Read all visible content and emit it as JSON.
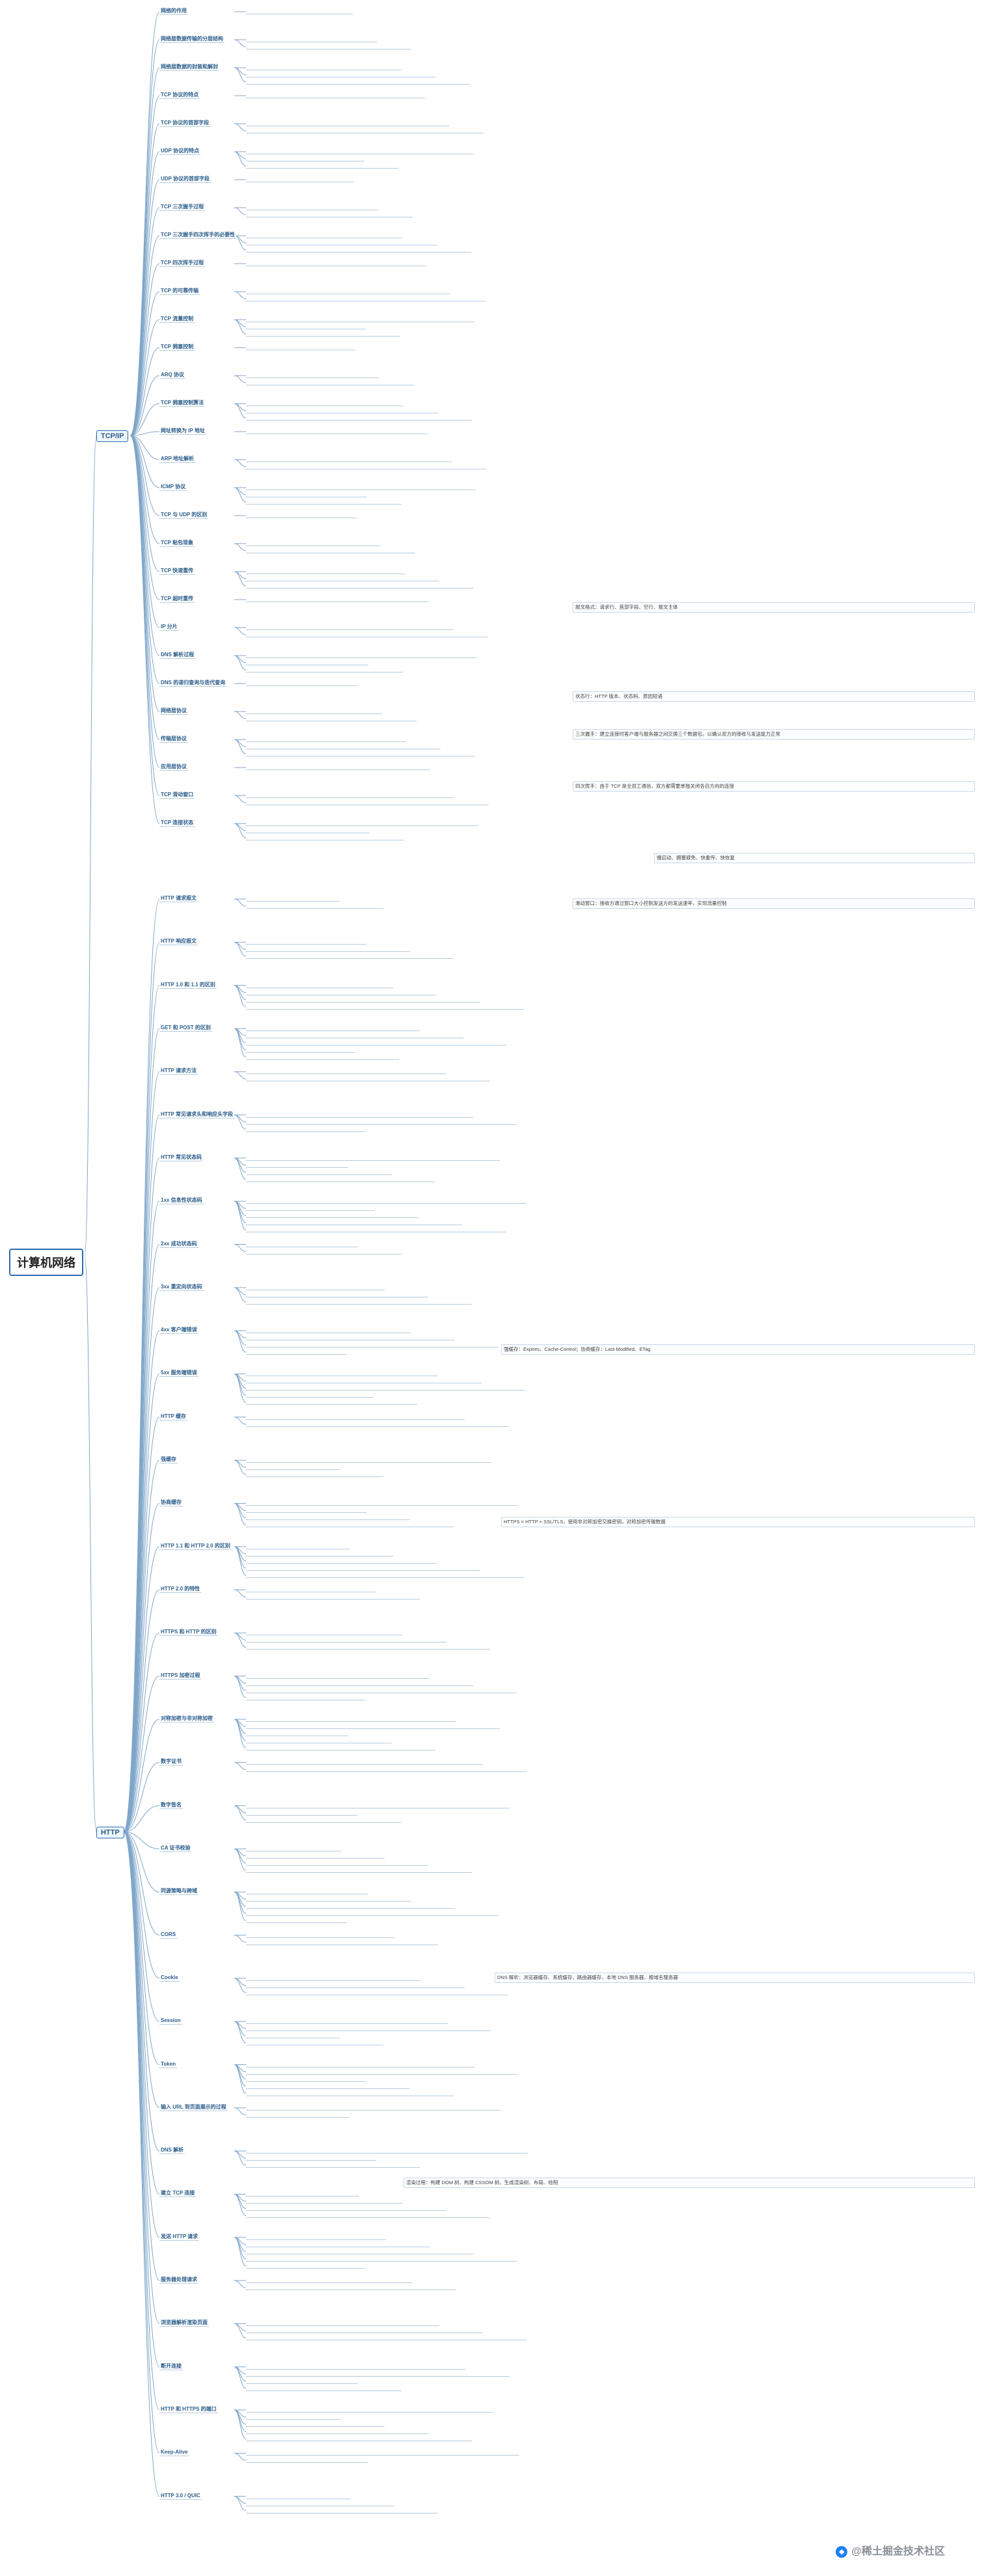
{
  "root": "计算机网络",
  "topics": [
    "TCP/IP",
    "HTTP"
  ],
  "watermark": "@稀土掘金技术社区",
  "tcpip_items": [
    "网络的作用",
    "网络层数据传输的分层结构",
    "网络层数据的封装和解封",
    "TCP 协议的特点",
    "TCP 协议的首部字段",
    "UDP 协议的特点",
    "UDP 协议的首部字段",
    "TCP 三次握手过程",
    "TCP 三次握手四次挥手的必要性",
    "TCP 四次挥手过程",
    "TCP 的可靠传输",
    "TCP 流量控制",
    "TCP 拥塞控制",
    "ARQ 协议",
    "TCP 拥塞控制算法",
    "网址转换为 IP 地址",
    "ARP 地址解析",
    "ICMP 协议",
    "TCP 与 UDP 的区别",
    "TCP 粘包现象",
    "TCP 快速重传",
    "TCP 超时重传",
    "IP 分片",
    "DNS 解析过程",
    "DNS 的递归查询与迭代查询",
    "网络层协议",
    "传输层协议",
    "应用层协议",
    "TCP 滑动窗口",
    "TCP 连接状态"
  ],
  "http_items": [
    "HTTP 请求报文",
    "HTTP 响应报文",
    "HTTP 1.0 和 1.1 的区别",
    "GET 和 POST 的区别",
    "HTTP 请求方法",
    "HTTP 常见请求头和响应头字段",
    "HTTP 常见状态码",
    "1xx 信息性状态码",
    "2xx 成功状态码",
    "3xx 重定向状态码",
    "4xx 客户端错误",
    "5xx 服务端错误",
    "HTTP 缓存",
    "强缓存",
    "协商缓存",
    "HTTP 1.1 和 HTTP 2.0 的区别",
    "HTTP 2.0 的特性",
    "HTTPS 和 HTTP 的区别",
    "HTTPS 加密过程",
    "对称加密与非对称加密",
    "数字证书",
    "数字签名",
    "CA 证书校验",
    "同源策略与跨域",
    "CORS",
    "Cookie",
    "Session",
    "Token",
    "输入 URL 到页面展示的过程",
    "DNS 解析",
    "建立 TCP 连接",
    "发送 HTTP 请求",
    "服务器处理请求",
    "浏览器解析渲染页面",
    "断开连接",
    "HTTP 和 HTTPS 的端口",
    "Keep-Alive",
    "HTTP 3.0 / QUIC"
  ],
  "text_blocks": [
    "报文格式：请求行、首部字段、空行、报文主体",
    "状态行：HTTP 版本、状态码、原因短语",
    "三次握手：建立连接时客户端与服务器之间交换三个数据包，以确认双方的接收与发送能力正常",
    "四次挥手：由于 TCP 是全双工通信，双方都需要单独关闭各自方向的连接",
    "滑动窗口：接收方通过窗口大小控制发送方的发送速率，实现流量控制",
    "慢启动、拥塞避免、快重传、快恢复",
    "强缓存：Expires、Cache-Control；协商缓存：Last-Modified、ETag",
    "HTTPS = HTTP + SSL/TLS，使用非对称加密交换密钥，对称加密传输数据",
    "DNS 解析：浏览器缓存、系统缓存、路由器缓存、本地 DNS 服务器、根域名服务器",
    "渲染过程：构建 DOM 树、构建 CSSOM 树、生成渲染树、布局、绘制"
  ]
}
